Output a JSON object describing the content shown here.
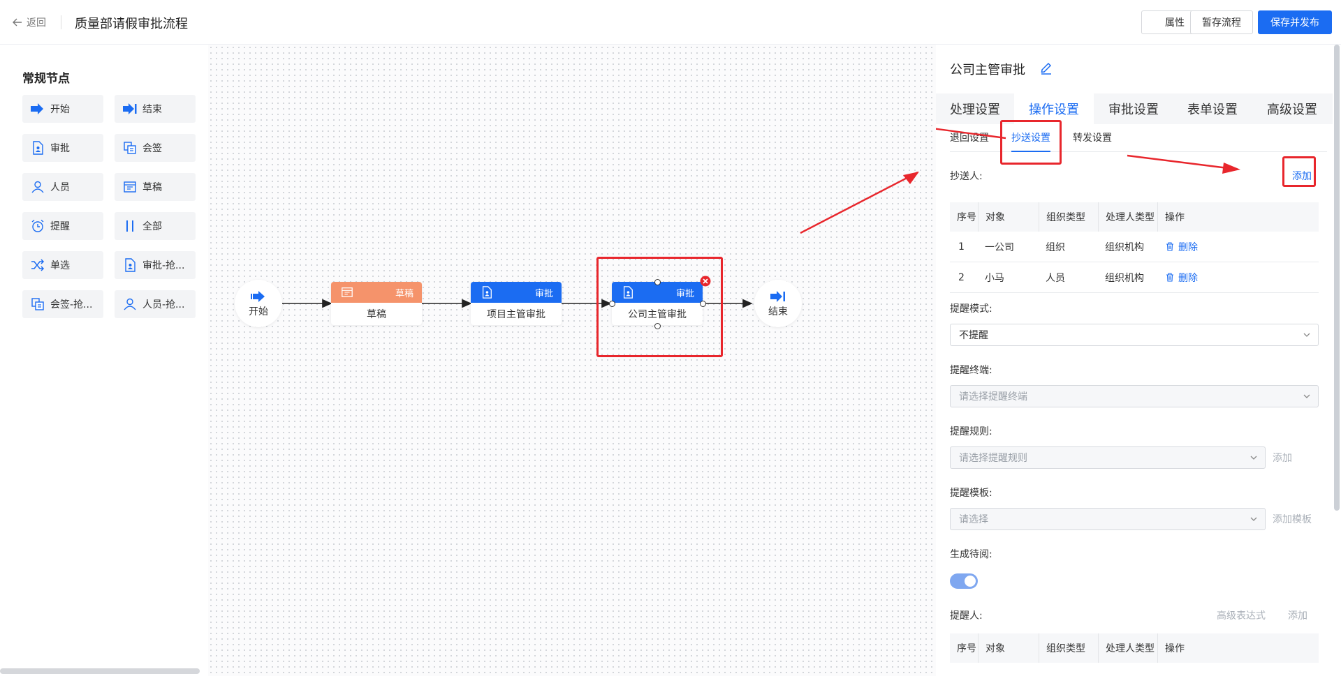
{
  "header": {
    "back_label": "返回",
    "title": "质量部请假审批流程",
    "buttons": {
      "properties": "属性",
      "save_draft": "暂存流程",
      "save_publish": "保存并发布"
    }
  },
  "palette": {
    "title": "常规节点",
    "items": [
      {
        "label": "开始",
        "icon": "arrow-right-icon"
      },
      {
        "label": "结束",
        "icon": "arrow-end-icon"
      },
      {
        "label": "审批",
        "icon": "document-user-icon"
      },
      {
        "label": "会签",
        "icon": "stacked-docs-icon"
      },
      {
        "label": "人员",
        "icon": "user-icon"
      },
      {
        "label": "草稿",
        "icon": "window-icon"
      },
      {
        "label": "提醒",
        "icon": "alarm-clock-icon"
      },
      {
        "label": "全部",
        "icon": "parallel-lines-icon"
      },
      {
        "label": "单选",
        "icon": "shuffle-icon"
      },
      {
        "label": "审批-抢...",
        "icon": "document-user-icon"
      },
      {
        "label": "会签-抢...",
        "icon": "stacked-docs-icon"
      },
      {
        "label": "人员-抢...",
        "icon": "user-icon"
      }
    ]
  },
  "flow": {
    "start": "开始",
    "end": "结束",
    "nodes": [
      {
        "type_label": "草稿",
        "name": "草稿",
        "color": "#f5936b"
      },
      {
        "type_label": "审批",
        "name": "项目主管审批",
        "color": "#1b6cf2"
      },
      {
        "type_label": "审批",
        "name": "公司主管审批",
        "color": "#1b6cf2"
      }
    ]
  },
  "panel": {
    "title": "公司主管审批",
    "tabs": [
      "处理设置",
      "操作设置",
      "审批设置",
      "表单设置",
      "高级设置"
    ],
    "active_tab": "操作设置",
    "subtabs": [
      "退回设置",
      "抄送设置",
      "转发设置"
    ],
    "active_subtab": "抄送设置",
    "cc": {
      "label": "抄送人:",
      "add": "添加",
      "columns": [
        "序号",
        "对象",
        "组织类型",
        "处理人类型",
        "操作"
      ],
      "rows": [
        {
          "no": "1",
          "object": "一公司",
          "org_type": "组织",
          "handler_type": "组织机构",
          "action": "删除"
        },
        {
          "no": "2",
          "object": "小马",
          "org_type": "人员",
          "handler_type": "组织机构",
          "action": "删除"
        }
      ]
    },
    "remind_mode": {
      "label": "提醒模式:",
      "value": "不提醒"
    },
    "remind_terminal": {
      "label": "提醒终端:",
      "placeholder": "请选择提醒终端"
    },
    "remind_rule": {
      "label": "提醒规则:",
      "placeholder": "请选择提醒规则",
      "add": "添加"
    },
    "remind_template": {
      "label": "提醒模板:",
      "placeholder": "请选择",
      "add": "添加模板"
    },
    "generate_todo": {
      "label": "生成待阅:",
      "on": true
    },
    "reminder": {
      "label": "提醒人:",
      "advanced": "高级表达式",
      "add": "添加",
      "columns": [
        "序号",
        "对象",
        "组织类型",
        "处理人类型",
        "操作"
      ]
    }
  },
  "colors": {
    "primary": "#1b6cf2",
    "draft": "#f5936b",
    "annotation": "#e8262c"
  }
}
